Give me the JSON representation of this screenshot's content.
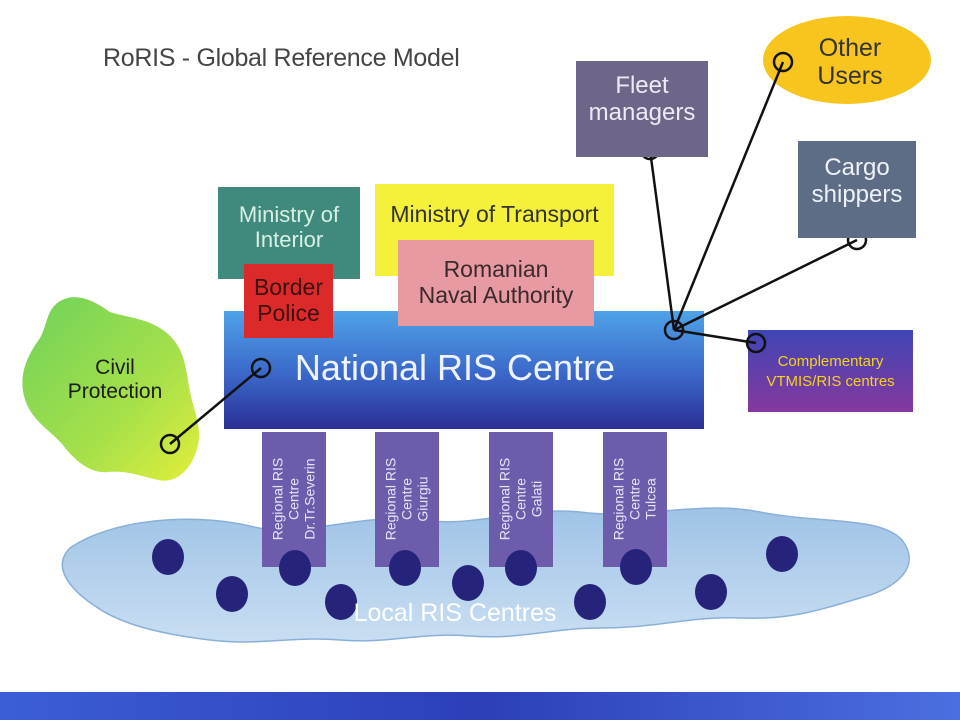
{
  "title": "RoRIS - Global Reference Model",
  "nodes": {
    "other_users": [
      "Other",
      "Users"
    ],
    "fleet_managers": [
      "Fleet",
      "managers"
    ],
    "cargo_shippers": [
      "Cargo",
      "shippers"
    ],
    "ministry_interior": [
      "Ministry of",
      "Interior"
    ],
    "ministry_transport": "Ministry of Transport",
    "border_police": [
      "Border",
      "Police"
    ],
    "naval_authority": [
      "Romanian",
      "Naval Authority"
    ],
    "national_centre": "National RIS Centre",
    "civil_protection": [
      "Civil",
      "Protection"
    ],
    "complementary": [
      "Complementary",
      "VTMIS/RIS centres"
    ],
    "local_centres": "Local RIS Centres"
  },
  "regional_centres": [
    [
      "Regional RIS",
      "Centre",
      "Dr.Tr.Severin"
    ],
    [
      "Regional RIS",
      "Centre",
      "Giurgiu"
    ],
    [
      "Regional RIS",
      "Centre",
      "Galati"
    ],
    [
      "Regional RIS",
      "Centre",
      "Tulcea"
    ]
  ],
  "colors": {
    "ministry_interior": "#3f8a7c",
    "ministry_transport": "#f5f03a",
    "border_police": "#dc2a2a",
    "naval_authority": "#e89aa2",
    "national_centre_top": "#4f8fdb",
    "national_centre_bottom": "#2b3a9a",
    "fleet_managers": "#6d6688",
    "cargo_shippers": "#5d6d85",
    "other_users": "#f7c21d",
    "civil_protection_top": "#7ed957",
    "civil_protection_bottom": "#d8ec3a",
    "complementary_top": "#4b3fa8",
    "complementary_bottom": "#7f3ca0",
    "regional": "#6a5aa8",
    "local_dots": "#232070",
    "footer": "#2e4bc7"
  }
}
